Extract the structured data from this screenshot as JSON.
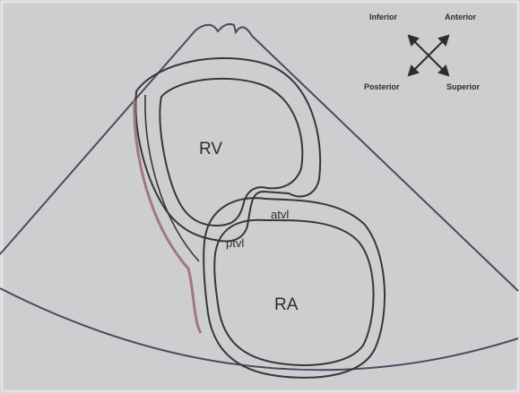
{
  "labels": {
    "rv": "RV",
    "ra": "RA",
    "atvl": "atvl",
    "ptvl": "ptvl"
  },
  "compass": {
    "top_left": "Inferior",
    "top_right": "Anterior",
    "bottom_left": "Posterior",
    "bottom_right": "Superior"
  },
  "colors": {
    "background": "#cdced0",
    "line": "#3a3538",
    "wall_highlight": "#a4777d"
  }
}
